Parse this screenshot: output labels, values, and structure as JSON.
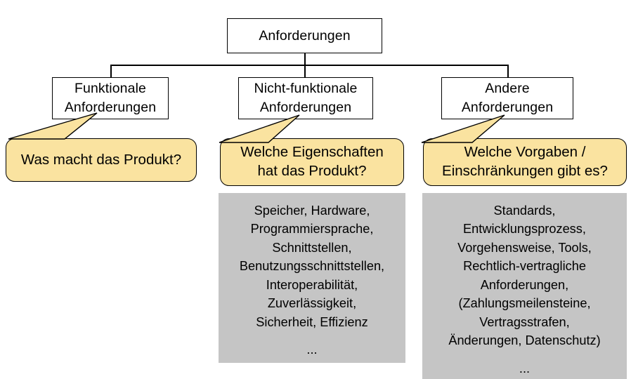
{
  "diagram": {
    "title": "Anforderungen",
    "type": "tree-with-callouts",
    "colors": {
      "bubble_fill": "#FAE3A0",
      "bubble_stroke": "#000000",
      "detail_fill": "#C5C5C5",
      "node_fill": "#FFFFFF",
      "node_stroke": "#000000",
      "text": "#000000"
    }
  },
  "root": {
    "label": "Anforderungen"
  },
  "branches": [
    {
      "id": "funktionale",
      "node_lines": [
        "Funktionale",
        "Anforderungen"
      ],
      "callout_lines": [
        "Was macht das Produkt?"
      ],
      "details": null
    },
    {
      "id": "nicht-funktionale",
      "node_lines": [
        "Nicht-funktionale",
        "Anforderungen"
      ],
      "callout_lines": [
        "Welche Eigenschaften",
        "hat das Produkt?"
      ],
      "details": {
        "lines": [
          "Speicher, Hardware,",
          "Programmiersprache,",
          "Schnittstellen,",
          "Benutzungsschnittstellen,",
          "Interoperabilität,",
          "Zuverlässigkeit,",
          "Sicherheit, Effizienz"
        ],
        "ellipsis": "..."
      }
    },
    {
      "id": "andere",
      "node_lines": [
        "Andere",
        "Anforderungen"
      ],
      "callout_lines": [
        "Welche Vorgaben /",
        "Einschränkungen gibt es?"
      ],
      "details": {
        "lines": [
          "Standards,",
          "Entwicklungsprozess,",
          "Vorgehensweise, Tools,",
          "Rechtlich-vertragliche",
          "Anforderungen,",
          "(Zahlungsmeilensteine,",
          "Vertragsstrafen,",
          "Änderungen, Datenschutz)"
        ],
        "ellipsis": "..."
      }
    }
  ]
}
